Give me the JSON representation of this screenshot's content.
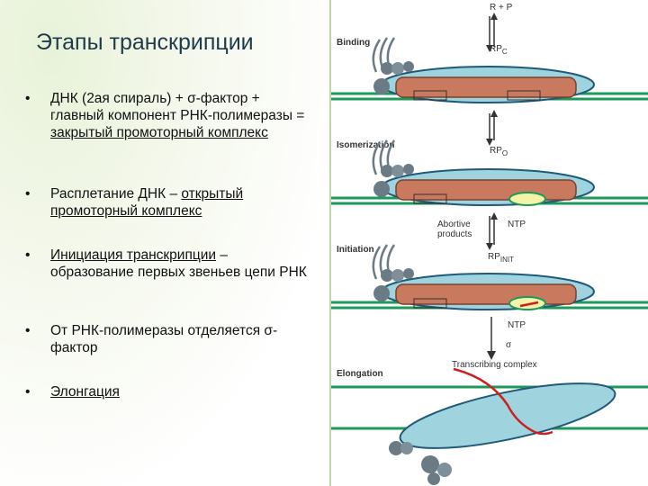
{
  "title": "Этапы транскрипции",
  "bullets": [
    {
      "dot": "•",
      "pre": "ДНК (2ая спираль) + σ-фактор + главный компонент РНК-полимеразы = ",
      "link": "закрытый промоторный комплекс",
      "post": ""
    },
    {
      "dot": "•",
      "pre": "Расплетание ДНК – ",
      "link": "открытый промоторный комплекс",
      "post": ""
    },
    {
      "dot": "•",
      "pre": "",
      "link": "Инициация транскрипции",
      "post": " – образование первых звеньев цепи РНК"
    },
    {
      "dot": "•",
      "pre": "От РНК-полимеразы отделяется σ-фактор",
      "link": "",
      "post": ""
    },
    {
      "dot": "•",
      "pre": "",
      "link": "Элонгация",
      "post": ""
    }
  ],
  "diagram": {
    "stages": [
      "Binding",
      "Isomerization",
      "Initiation",
      "Elongation"
    ],
    "top_label": "R + P",
    "rpc": {
      "main": "RP",
      "sub": "C"
    },
    "rpo": {
      "main": "RP",
      "sub": "O"
    },
    "rpinit": {
      "main": "RP",
      "sub": "INIT"
    },
    "abortive": [
      "Abortive",
      "products"
    ],
    "ntp1": "NTP",
    "ntp2": "NTP",
    "sigma": "σ",
    "transcribing": "Transcribing complex"
  },
  "colors": {
    "dna": "#1c9a5a",
    "polymerase": "#9fd3de",
    "core": "#c97a5e",
    "rna": "#cc1f1f",
    "sigma_subunit": "#6b7b86"
  }
}
